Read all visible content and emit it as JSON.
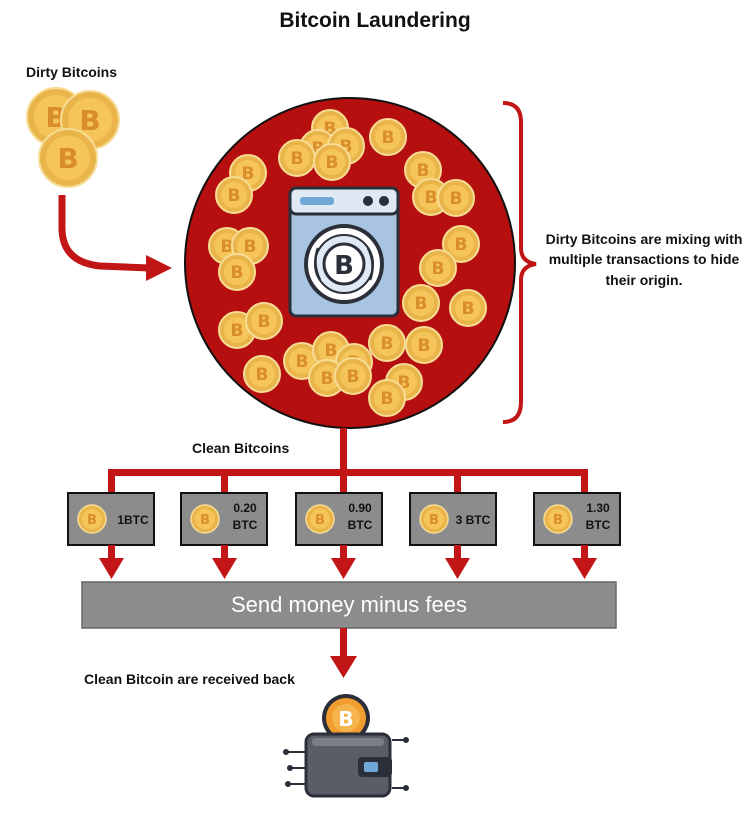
{
  "title": "Bitcoin Laundering",
  "dirty_bitcoins_label": "Dirty Bitcoins",
  "mixing_caption": "Dirty Bitcoins are mixing with multiple transactions to hide their origin.",
  "clean_bitcoins_label": "Clean Bitcoins",
  "transactions": [
    {
      "amount": "1BTC"
    },
    {
      "amount": "0.20\nBTC"
    },
    {
      "amount": "0.90\nBTC"
    },
    {
      "amount": "3 BTC"
    },
    {
      "amount": "1.30\nBTC"
    }
  ],
  "send_label": "Send money minus fees",
  "received_label": "Clean Bitcoin are received back",
  "coin_symbol": "B",
  "colors": {
    "mixer_red": "#b50f0f",
    "arrow_red": "#c21515",
    "coin": "#f6c55a",
    "coin_dark": "#e3a93d",
    "box_gray": "#8c8c8c",
    "washer_blue": "#a8c4e0",
    "wallet": "#5a5d66"
  },
  "icons": [
    "bitcoin-coin-icon",
    "washing-machine-icon",
    "wallet-icon"
  ]
}
